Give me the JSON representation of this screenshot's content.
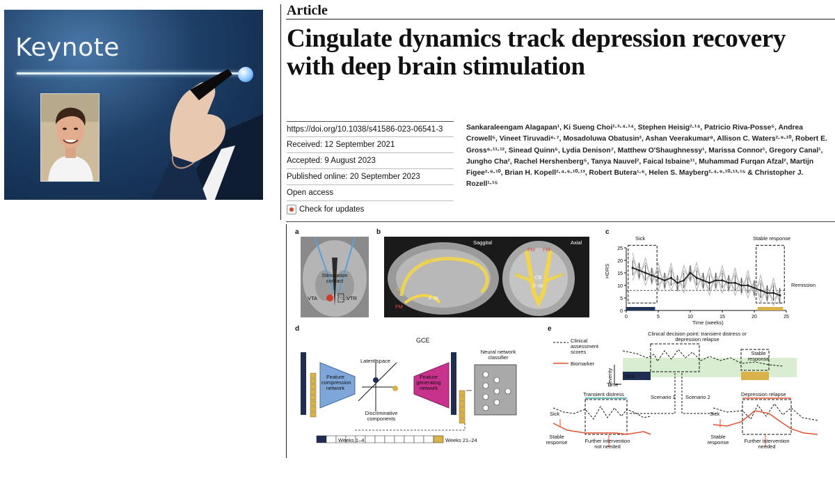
{
  "keynote": {
    "title": "Keynote"
  },
  "article": {
    "label": "Article",
    "title": "Cingulate dynamics track depression recovery with deep brain stimulation",
    "meta": {
      "doi": "https://doi.org/10.1038/s41586-023-06541-3",
      "received": "Received: 12 September 2021",
      "accepted": "Accepted: 9 August 2023",
      "published": "Published online: 20 September 2023",
      "open_access": "Open access",
      "check_updates": "Check for updates"
    },
    "authors": "Sankaraleengam Alagapan¹, Ki Sueng Choi²·³·⁴·¹⁴, Stephen Heisig²·¹⁴, Patricio Riva-Posse⁵, Andrea Crowell⁵, Vineet Tiruvadi⁶·⁷, Mosadoluwa Obatusin², Ashan Veerakumar⁸, Allison C. Waters²·⁹·¹⁰, Robert E. Gross⁶·¹¹·¹², Sinead Quinn⁵, Lydia Denison⁷, Matthew O'Shaughnessy¹, Marissa Connor¹, Gregory Canal¹, Jungho Cha², Rachel Hershenberg⁵, Tanya Nauvel², Faical Isbaine¹¹, Muhammad Furqan Afzal², Martijn Figee²·⁹·¹⁰, Brian H. Kopell²·⁴·⁹·¹⁰·¹³, Robert Butera¹·⁶, Helen S. Mayberg²·⁴·⁹·¹⁰·¹³·¹⁵ & Christopher J. Rozell¹·¹⁵"
  },
  "figure": {
    "panels": {
      "a": "a",
      "b": "b",
      "c": "c",
      "d": "d",
      "e": "e"
    },
    "a": {
      "stimulation_contact": "Stimulation contact",
      "vta": "VTA",
      "vtr": "VTR"
    },
    "b": {
      "sagittal": "Saggital",
      "axial": "Axial",
      "tracts_sagittal": [
        "CB",
        "UF",
        "FM",
        "F-St"
      ],
      "tracts_axial": [
        "FM",
        "FM",
        "UF",
        "UF",
        "CB",
        "F-St"
      ]
    },
    "c": {
      "sick_label": "Sick",
      "stable_label": "Stable response",
      "remission_label": "Remission",
      "ylabel": "HDRS",
      "xlabel": "Time (weeks)",
      "yticks": [
        "25",
        "20",
        "15",
        "10",
        "5",
        "0"
      ],
      "xticks": [
        "0",
        "5",
        "10",
        "15",
        "20",
        "25"
      ],
      "colors": {
        "sick_bar": "#1f3358",
        "stable_bar": "#d9b24a"
      }
    },
    "chart_data": {
      "type": "line",
      "title": "",
      "xlabel": "Time (weeks)",
      "ylabel": "HDRS",
      "xlim": [
        0,
        25
      ],
      "ylim": [
        0,
        25
      ],
      "remission_threshold": 8,
      "series": [
        {
          "name": "",
          "x": [
            1,
            2,
            3,
            4,
            5,
            6,
            7,
            8,
            9,
            10,
            11,
            12,
            13,
            14,
            15,
            16,
            17,
            18,
            19,
            20,
            21,
            22,
            23,
            24
          ],
          "values": [
            17,
            16,
            15,
            14,
            13,
            12,
            13,
            11,
            12,
            15,
            13,
            12,
            11,
            12,
            12,
            11,
            11,
            10,
            10,
            9,
            8,
            7,
            7,
            6
          ]
        }
      ]
    },
    "d": {
      "title": "GCE",
      "latent_space": "Latent space",
      "encoder": "Feature compression network",
      "decoder": "Feature generating network",
      "classifier": "Neural network classifier",
      "discriminative": "Discriminative components",
      "weeks_start": "Weeks 1–4",
      "weeks_end": "Weeks 21–24"
    },
    "e": {
      "decision_point": "Clinical decision point: transient distress or depression relapse",
      "legend_scores": "Clinical assessment scores",
      "legend_biomarker": "Biomarker",
      "stable_response": "Stable response",
      "severity": "Severity",
      "time": "Time",
      "sick": "Sick",
      "scenario1": "Scenario 1",
      "scenario2": "Scenario 2",
      "transient": "Transient distress",
      "relapse": "Depression relapse",
      "sick_left": "Sick",
      "stable_left": "Stable response",
      "not_needed": "Further intervention not needed",
      "sick_right": "Sick",
      "stable_right": "Stable response",
      "needed": "Further intervention needed"
    }
  }
}
